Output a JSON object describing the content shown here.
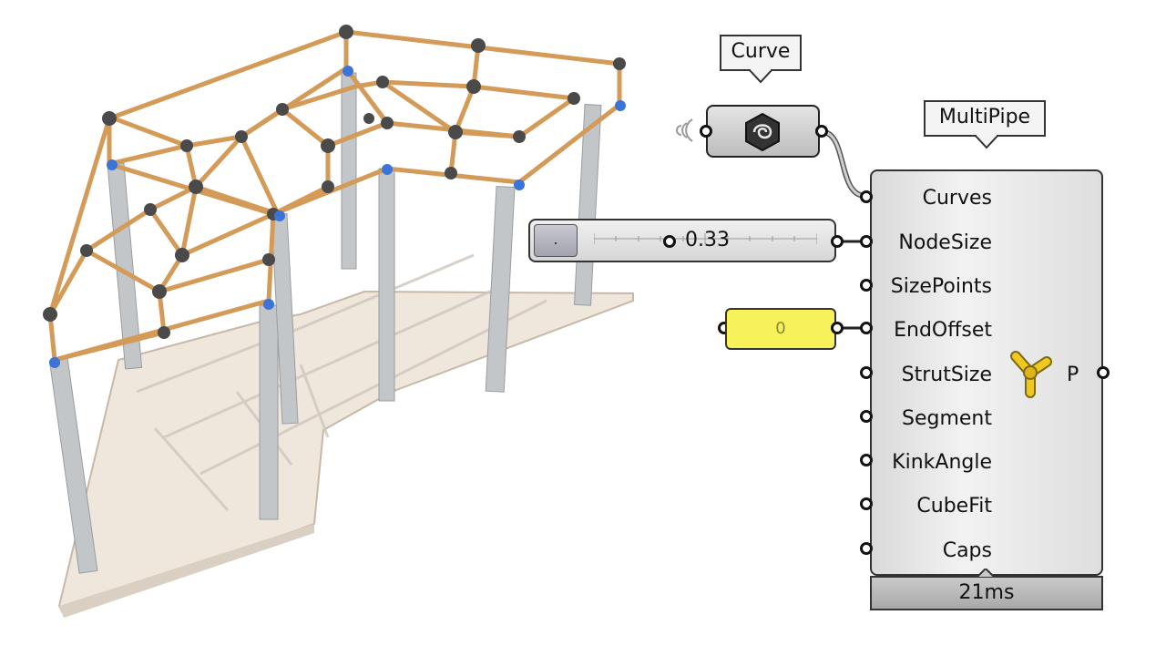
{
  "scene": {
    "description_icon": "timber-pavilion-render",
    "colors": {
      "timber": "#d9a25e",
      "column": "#b9bcbf",
      "node": "#3a3a3a",
      "cap": "#3b74d6",
      "floor": "#efe6dc"
    }
  },
  "curve_param": {
    "label": "Curve",
    "icon": "curve-param-icon"
  },
  "slider": {
    "handle_label": ".",
    "value": "0.33"
  },
  "panel": {
    "value": "0"
  },
  "multipipe": {
    "label": "MultiPipe",
    "inputs": [
      "Curves",
      "NodeSize",
      "SizePoints",
      "EndOffset",
      "StrutSize",
      "Segment",
      "KinkAngle",
      "CubeFit",
      "Caps"
    ],
    "output": "P",
    "icon": "multipipe-icon",
    "timer": "21ms"
  }
}
